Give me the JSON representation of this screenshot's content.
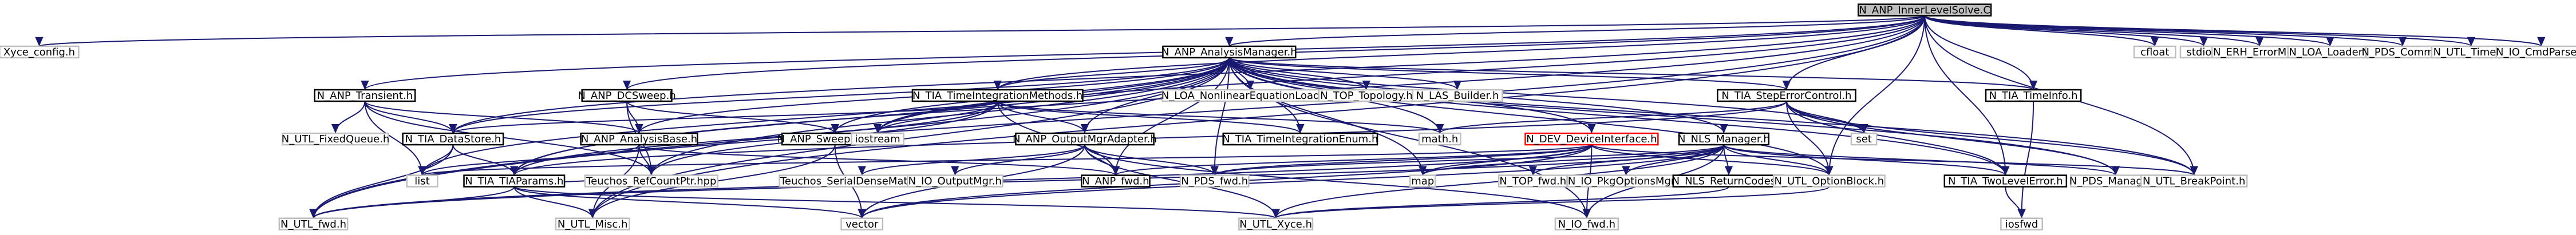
{
  "colors": {
    "edge": "#191970",
    "box_border": "#000000",
    "root_fill": "#bfbfbf",
    "plain_fill": "#ffffff",
    "grey_border": "#bfbfbf",
    "highlight_border": "#ff0000",
    "text": "#000000"
  },
  "graph": {
    "root": "n0",
    "nodes": [
      {
        "id": "n0",
        "label": "N_ANP_InnerLevelSolve.C",
        "kind": "root"
      },
      {
        "id": "n1",
        "label": "Xyce_config.h",
        "kind": "system"
      },
      {
        "id": "n2",
        "label": "N_ANP_AnalysisManager.h",
        "kind": "file"
      },
      {
        "id": "n3",
        "label": "N_ANP_Transient.h",
        "kind": "file"
      },
      {
        "id": "n4",
        "label": "N_ANP_DCSweep.h",
        "kind": "file"
      },
      {
        "id": "n5",
        "label": "N_TIA_TimeIntegrationMethods.h",
        "kind": "file"
      },
      {
        "id": "n6",
        "label": "N_LOA_NonlinearEquationLoader.h",
        "kind": "system"
      },
      {
        "id": "n7",
        "label": "N_TOP_Topology.h",
        "kind": "system"
      },
      {
        "id": "n8",
        "label": "N_LAS_Builder.h",
        "kind": "system"
      },
      {
        "id": "n9",
        "label": "N_TIA_StepErrorControl.h",
        "kind": "file"
      },
      {
        "id": "n10",
        "label": "N_TIA_TimeInfo.h",
        "kind": "file"
      },
      {
        "id": "n11",
        "label": "cfloat",
        "kind": "system"
      },
      {
        "id": "n12",
        "label": "stdio.h",
        "kind": "system"
      },
      {
        "id": "n13",
        "label": "N_ERH_ErrorMgr.h",
        "kind": "system"
      },
      {
        "id": "n14",
        "label": "N_LOA_Loader.h",
        "kind": "system"
      },
      {
        "id": "n15",
        "label": "N_PDS_Comm.h",
        "kind": "system"
      },
      {
        "id": "n16",
        "label": "N_UTL_Timer.h",
        "kind": "system"
      },
      {
        "id": "n17",
        "label": "N_IO_CmdParse.h",
        "kind": "system"
      },
      {
        "id": "n18",
        "label": "N_UTL_FixedQueue.h",
        "kind": "system"
      },
      {
        "id": "n19",
        "label": "N_TIA_DataStore.h",
        "kind": "file"
      },
      {
        "id": "n20",
        "label": "N_ANP_AnalysisBase.h",
        "kind": "file"
      },
      {
        "id": "n21",
        "label": "N_ANP_SweepParam.h",
        "kind": "file"
      },
      {
        "id": "n22",
        "label": "N_ANP_OutputMgrAdapter.h",
        "kind": "file"
      },
      {
        "id": "n23",
        "label": "iostream",
        "kind": "system"
      },
      {
        "id": "n24",
        "label": "N_TIA_TimeIntegrationEnum.h",
        "kind": "file"
      },
      {
        "id": "n25",
        "label": "math.h",
        "kind": "system"
      },
      {
        "id": "n26",
        "label": "N_DEV_DeviceInterface.h",
        "kind": "highlight"
      },
      {
        "id": "n27",
        "label": "N_NLS_Manager.h",
        "kind": "file"
      },
      {
        "id": "n28",
        "label": "set",
        "kind": "system"
      },
      {
        "id": "n29",
        "label": "list",
        "kind": "system"
      },
      {
        "id": "n30",
        "label": "N_TIA_TIAParams.h",
        "kind": "file"
      },
      {
        "id": "n31",
        "label": "Teuchos_RefCountPtr.hpp",
        "kind": "system"
      },
      {
        "id": "n32",
        "label": "Teuchos_SerialDenseMatrix.hpp",
        "kind": "system"
      },
      {
        "id": "n33",
        "label": "N_IO_OutputMgr.h",
        "kind": "system"
      },
      {
        "id": "n34",
        "label": "N_ANP_fwd.h",
        "kind": "file"
      },
      {
        "id": "n35",
        "label": "N_PDS_fwd.h",
        "kind": "system"
      },
      {
        "id": "n36",
        "label": "map",
        "kind": "system"
      },
      {
        "id": "n37",
        "label": "N_TOP_fwd.h",
        "kind": "system"
      },
      {
        "id": "n38",
        "label": "N_IO_PkgOptionsMgr.h",
        "kind": "system"
      },
      {
        "id": "n39",
        "label": "N_NLS_ReturnCodes.h",
        "kind": "file"
      },
      {
        "id": "n40",
        "label": "N_UTL_OptionBlock.h",
        "kind": "system"
      },
      {
        "id": "n41",
        "label": "N_TIA_TwoLevelError.h",
        "kind": "file"
      },
      {
        "id": "n42",
        "label": "N_PDS_Manager.h",
        "kind": "system"
      },
      {
        "id": "n43",
        "label": "N_UTL_BreakPoint.h",
        "kind": "system"
      },
      {
        "id": "n44",
        "label": "N_UTL_fwd.h",
        "kind": "system"
      },
      {
        "id": "n45",
        "label": "N_UTL_Misc.h",
        "kind": "system"
      },
      {
        "id": "n46",
        "label": "vector",
        "kind": "system"
      },
      {
        "id": "n47",
        "label": "N_UTL_Xyce.h",
        "kind": "system"
      },
      {
        "id": "n48",
        "label": "N_IO_fwd.h",
        "kind": "system"
      },
      {
        "id": "n49",
        "label": "iosfwd",
        "kind": "system"
      }
    ],
    "edges": [
      [
        "n0",
        "n1"
      ],
      [
        "n0",
        "n2"
      ],
      [
        "n0",
        "n3"
      ],
      [
        "n0",
        "n4"
      ],
      [
        "n0",
        "n5"
      ],
      [
        "n0",
        "n9"
      ],
      [
        "n0",
        "n10"
      ],
      [
        "n0",
        "n11"
      ],
      [
        "n0",
        "n12"
      ],
      [
        "n0",
        "n13"
      ],
      [
        "n0",
        "n14"
      ],
      [
        "n0",
        "n15"
      ],
      [
        "n0",
        "n16"
      ],
      [
        "n0",
        "n17"
      ],
      [
        "n0",
        "n19"
      ],
      [
        "n0",
        "n30"
      ],
      [
        "n0",
        "n40"
      ],
      [
        "n0",
        "n41"
      ],
      [
        "n0",
        "n43"
      ],
      [
        "n0",
        "n44"
      ],
      [
        "n0",
        "n45"
      ],
      [
        "n0",
        "n23"
      ],
      [
        "n2",
        "n5"
      ],
      [
        "n2",
        "n6"
      ],
      [
        "n2",
        "n7"
      ],
      [
        "n2",
        "n8"
      ],
      [
        "n2",
        "n9"
      ],
      [
        "n2",
        "n10"
      ],
      [
        "n2",
        "n19"
      ],
      [
        "n2",
        "n20"
      ],
      [
        "n2",
        "n21"
      ],
      [
        "n2",
        "n22"
      ],
      [
        "n2",
        "n23"
      ],
      [
        "n2",
        "n24"
      ],
      [
        "n2",
        "n25"
      ],
      [
        "n2",
        "n26"
      ],
      [
        "n2",
        "n27"
      ],
      [
        "n2",
        "n28"
      ],
      [
        "n2",
        "n29"
      ],
      [
        "n2",
        "n30"
      ],
      [
        "n2",
        "n31"
      ],
      [
        "n2",
        "n34"
      ],
      [
        "n2",
        "n35"
      ],
      [
        "n2",
        "n36"
      ],
      [
        "n2",
        "n40"
      ],
      [
        "n2",
        "n41"
      ],
      [
        "n2",
        "n42"
      ],
      [
        "n2",
        "n43"
      ],
      [
        "n2",
        "n44"
      ],
      [
        "n2",
        "n45"
      ],
      [
        "n2",
        "n48"
      ],
      [
        "n3",
        "n18"
      ],
      [
        "n3",
        "n19"
      ],
      [
        "n3",
        "n20"
      ],
      [
        "n3",
        "n29"
      ],
      [
        "n3",
        "n31"
      ],
      [
        "n4",
        "n20"
      ],
      [
        "n4",
        "n21"
      ],
      [
        "n4",
        "n31"
      ],
      [
        "n5",
        "n19"
      ],
      [
        "n5",
        "n22"
      ],
      [
        "n5",
        "n23"
      ],
      [
        "n5",
        "n24"
      ],
      [
        "n5",
        "n25"
      ],
      [
        "n5",
        "n30"
      ],
      [
        "n5",
        "n31"
      ],
      [
        "n5",
        "n34"
      ],
      [
        "n9",
        "n25"
      ],
      [
        "n9",
        "n28"
      ],
      [
        "n9",
        "n30"
      ],
      [
        "n9",
        "n40"
      ],
      [
        "n9",
        "n41"
      ],
      [
        "n9",
        "n43"
      ],
      [
        "n9",
        "n42"
      ],
      [
        "n10",
        "n49"
      ],
      [
        "n19",
        "n29"
      ],
      [
        "n19",
        "n30"
      ],
      [
        "n19",
        "n44"
      ],
      [
        "n20",
        "n29"
      ],
      [
        "n20",
        "n31"
      ],
      [
        "n20",
        "n34"
      ],
      [
        "n20",
        "n45"
      ],
      [
        "n21",
        "n45"
      ],
      [
        "n21",
        "n46"
      ],
      [
        "n22",
        "n32"
      ],
      [
        "n22",
        "n33"
      ],
      [
        "n22",
        "n34"
      ],
      [
        "n22",
        "n35"
      ],
      [
        "n22",
        "n46"
      ],
      [
        "n22",
        "n47"
      ],
      [
        "n22",
        "n48"
      ],
      [
        "n26",
        "n29"
      ],
      [
        "n26",
        "n34"
      ],
      [
        "n26",
        "n35"
      ],
      [
        "n26",
        "n36"
      ],
      [
        "n26",
        "n40"
      ],
      [
        "n26",
        "n43"
      ],
      [
        "n26",
        "n44"
      ],
      [
        "n26",
        "n46"
      ],
      [
        "n26",
        "n48"
      ],
      [
        "n27",
        "n35"
      ],
      [
        "n27",
        "n36"
      ],
      [
        "n27",
        "n37"
      ],
      [
        "n27",
        "n38"
      ],
      [
        "n27",
        "n39"
      ],
      [
        "n27",
        "n40"
      ],
      [
        "n27",
        "n41"
      ],
      [
        "n27",
        "n42"
      ],
      [
        "n27",
        "n44"
      ],
      [
        "n27",
        "n46"
      ],
      [
        "n27",
        "n47"
      ],
      [
        "n27",
        "n48"
      ],
      [
        "n30",
        "n31"
      ],
      [
        "n30",
        "n44"
      ],
      [
        "n30",
        "n45"
      ],
      [
        "n30",
        "n46"
      ],
      [
        "n30",
        "n47"
      ],
      [
        "n39",
        "n47"
      ],
      [
        "n41",
        "n49"
      ],
      [
        "n40",
        "n47"
      ]
    ]
  }
}
